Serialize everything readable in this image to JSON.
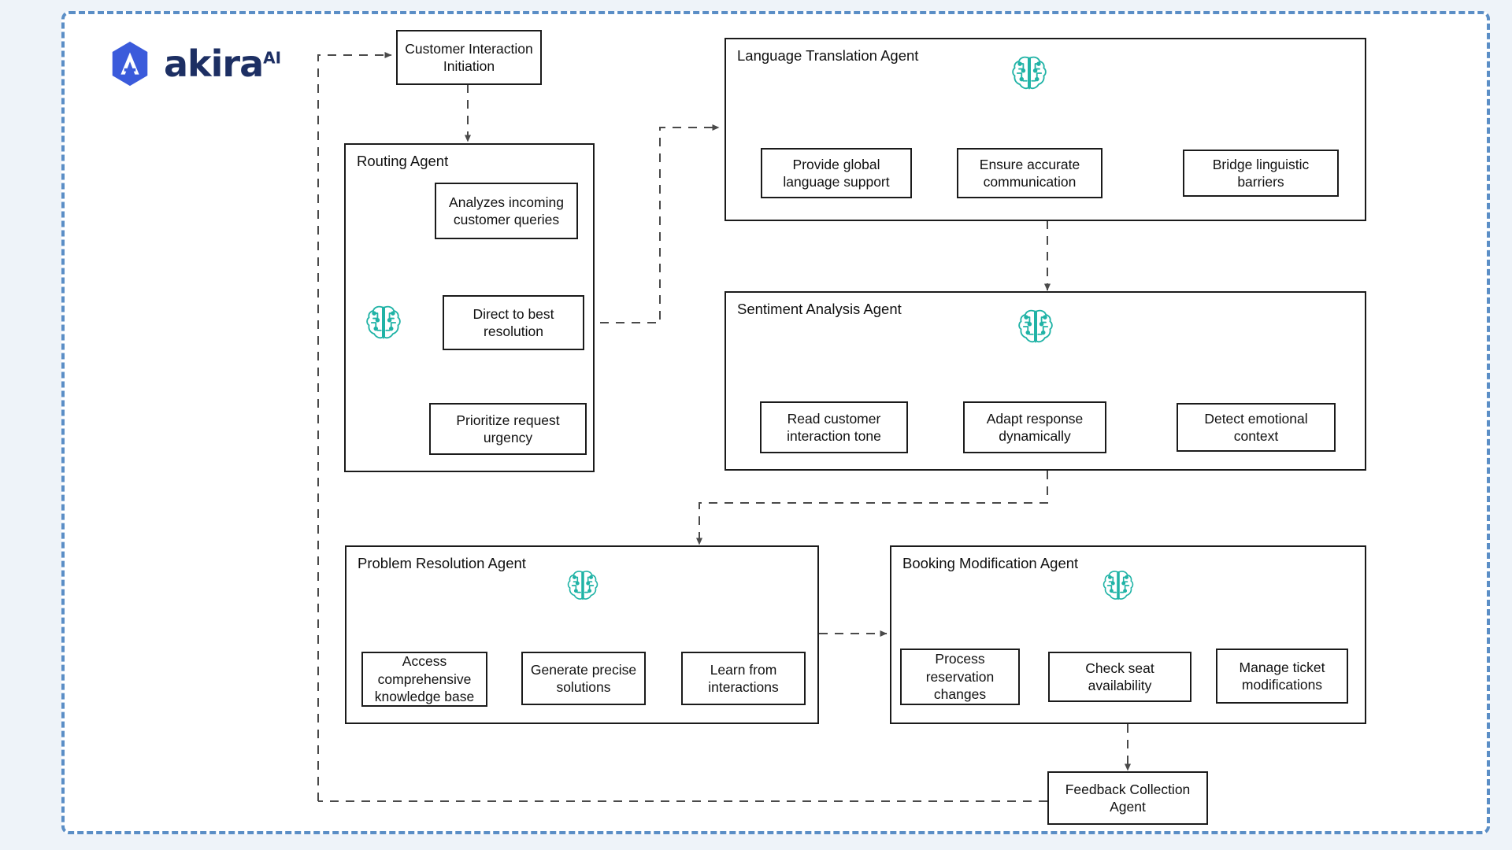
{
  "brand": {
    "name": "akira",
    "superscript": "AI",
    "mark_icon": "akira-hexagon-logo-icon",
    "primary_color": "#3b5bdb",
    "wordmark_color": "#1d2f63"
  },
  "frame": {
    "border_color": "#5b8ec6",
    "style": "dashed",
    "canvas_background": "#eef3f9",
    "inner_background": "#ffffff"
  },
  "theme": {
    "node_border": "#1b1b1b",
    "node_fill": "#ffffff",
    "text_color": "#111111",
    "connector_solid": "#4a4a4a",
    "connector_dashed": "#555555",
    "brain_icon_color": "#20b3a6"
  },
  "diagram": {
    "type": "agent-workflow-flowchart",
    "entry_node": {
      "id": "customer-interaction-initiation",
      "label": "Customer Interaction Initiation"
    },
    "terminal_node": {
      "id": "feedback-collection-agent",
      "label": "Feedback Collection Agent"
    },
    "agents": [
      {
        "id": "routing-agent",
        "title": "Routing Agent",
        "icon": "ai-brain-icon",
        "layout": "vertical",
        "children": [
          {
            "id": "analyzes-incoming-customer-queries",
            "label": "Analyzes incoming customer queries"
          },
          {
            "id": "direct-to-best-resolution",
            "label": "Direct to best resolution"
          },
          {
            "id": "prioritize-request-urgency",
            "label": "Prioritize request urgency"
          }
        ]
      },
      {
        "id": "language-translation-agent",
        "title": "Language Translation Agent",
        "icon": "ai-brain-icon",
        "layout": "horizontal",
        "children": [
          {
            "id": "provide-global-language-support",
            "label": "Provide global language support"
          },
          {
            "id": "ensure-accurate-communication",
            "label": "Ensure accurate communication"
          },
          {
            "id": "bridge-linguistic-barriers",
            "label": "Bridge linguistic barriers"
          }
        ]
      },
      {
        "id": "sentiment-analysis-agent",
        "title": "Sentiment Analysis Agent",
        "icon": "ai-brain-icon",
        "layout": "horizontal",
        "children": [
          {
            "id": "read-customer-interaction-tone",
            "label": "Read customer interaction tone"
          },
          {
            "id": "adapt-response-dynamically",
            "label": "Adapt response dynamically"
          },
          {
            "id": "detect-emotional-context",
            "label": "Detect emotional context"
          }
        ]
      },
      {
        "id": "problem-resolution-agent",
        "title": "Problem Resolution Agent",
        "icon": "ai-brain-icon",
        "layout": "horizontal",
        "children": [
          {
            "id": "access-comprehensive-knowledge-base",
            "label": "Access comprehensive knowledge base"
          },
          {
            "id": "generate-precise-solutions",
            "label": "Generate precise solutions"
          },
          {
            "id": "learn-from-interactions",
            "label": "Learn from interactions"
          }
        ]
      },
      {
        "id": "booking-modification-agent",
        "title": "Booking Modification Agent",
        "icon": "ai-brain-icon",
        "layout": "horizontal",
        "children": [
          {
            "id": "process-reservation-changes",
            "label": "Process reservation changes"
          },
          {
            "id": "check-seat-availability",
            "label": "Check seat availability"
          },
          {
            "id": "manage-ticket-modifications",
            "label": "Manage ticket modifications"
          }
        ]
      }
    ],
    "edges": [
      {
        "from": "feedback-loop-return",
        "to": "customer-interaction-initiation",
        "style": "dashed"
      },
      {
        "from": "customer-interaction-initiation",
        "to": "routing-agent",
        "style": "dashed"
      },
      {
        "from": "direct-to-best-resolution",
        "to": "language-translation-agent",
        "style": "dashed"
      },
      {
        "from": "language-translation-agent",
        "to": "sentiment-analysis-agent",
        "style": "dashed"
      },
      {
        "from": "sentiment-analysis-agent",
        "to": "problem-resolution-agent",
        "style": "dashed"
      },
      {
        "from": "problem-resolution-agent",
        "to": "booking-modification-agent",
        "style": "dashed"
      },
      {
        "from": "booking-modification-agent",
        "to": "feedback-collection-agent",
        "style": "dashed"
      },
      {
        "from": "feedback-collection-agent",
        "to": "customer-interaction-initiation",
        "style": "dashed"
      }
    ]
  }
}
